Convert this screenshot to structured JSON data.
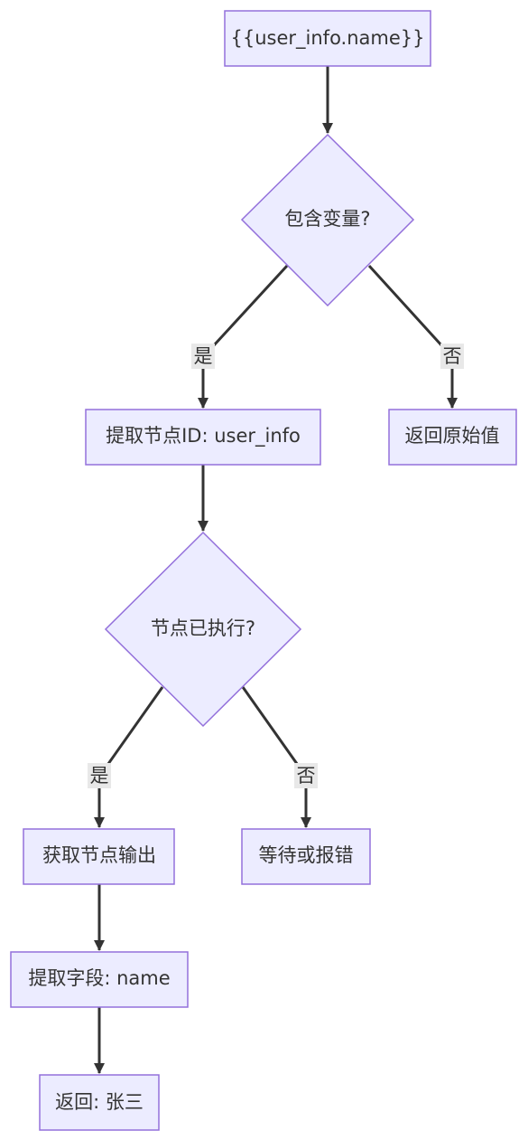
{
  "colors": {
    "node_fill": "#ECECFF",
    "node_stroke": "#9370DB",
    "edge": "#333333",
    "label_bg": "#E8E8E8",
    "text": "#333333"
  },
  "nodes": {
    "start": "{{user_info.name}}",
    "has_variable": "包含变量?",
    "return_original": "返回原始值",
    "extract_node_id": "提取节点ID: user_info",
    "node_executed": "节点已执行?",
    "get_node_output": "获取节点输出",
    "wait_or_error": "等待或报错",
    "extract_field": "提取字段: name",
    "return_value": "返回: 张三"
  },
  "edges": {
    "has_variable_yes": "是",
    "has_variable_no": "否",
    "node_executed_yes": "是",
    "node_executed_no": "否"
  }
}
